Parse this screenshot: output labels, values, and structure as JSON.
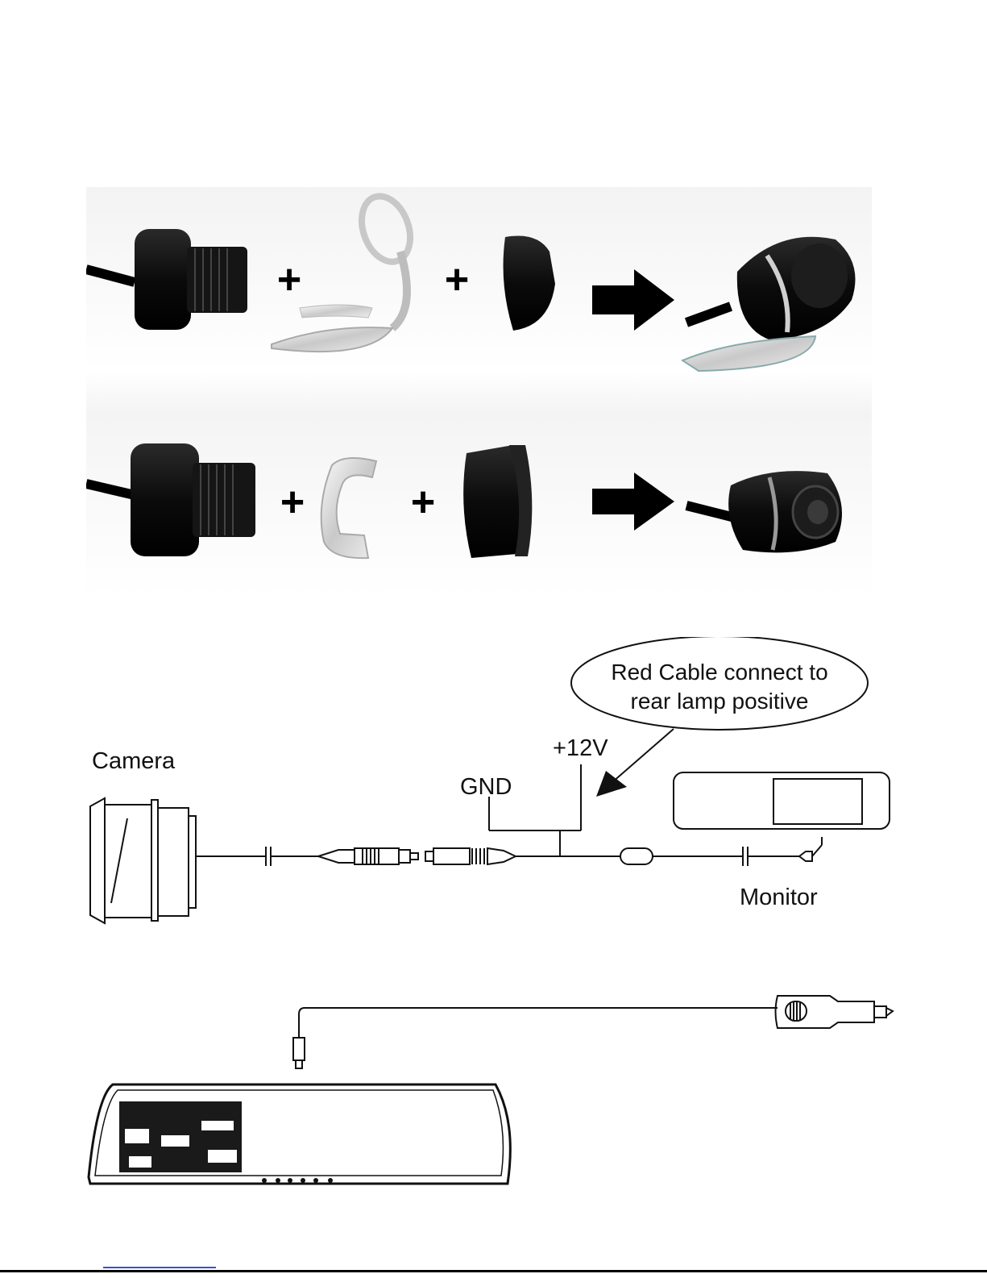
{
  "photo_row_1": {
    "plus_1": "+",
    "plus_2": "+"
  },
  "photo_row_2": {
    "plus_1": "+",
    "plus_2": "+"
  },
  "wiring": {
    "camera_label": "Camera",
    "callout_line_1": "Red Cable connect to",
    "callout_line_2": "rear lamp positive",
    "plus12v_label": "+12V",
    "gnd_label": "GND",
    "monitor_label": "Monitor"
  },
  "colors": {
    "line": "#111111",
    "background": "#ffffff",
    "footer_link": "#3355cc"
  }
}
